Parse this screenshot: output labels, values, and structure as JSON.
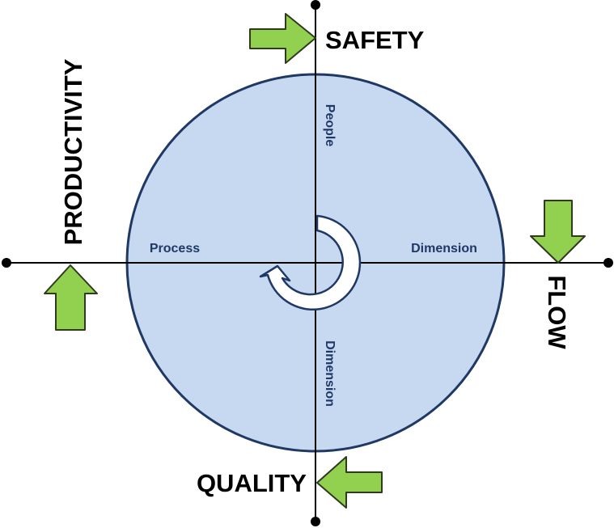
{
  "outer_labels": {
    "top": "SAFETY",
    "left": "PRODUCTIVITY",
    "right": "FLOW",
    "bottom": "QUALITY"
  },
  "inner_labels": {
    "top": "People",
    "left": "Process",
    "right": "Dimension",
    "bottom": "Dimension"
  },
  "colors": {
    "circle_fill": "#c6d9f1",
    "circle_stroke": "#1f3864",
    "axis": "#000000",
    "arrow_fill": "#92d050",
    "arrow_stroke": "#2f3a1e",
    "cycle_arrow_fill": "#ffffff",
    "inner_text": "#1f3864"
  },
  "icons": {
    "cycle": "circular-arrow-icon",
    "top_arrow": "arrow-right-icon",
    "left_arrow": "arrow-up-icon",
    "right_arrow": "arrow-down-icon",
    "bottom_arrow": "arrow-left-icon"
  }
}
